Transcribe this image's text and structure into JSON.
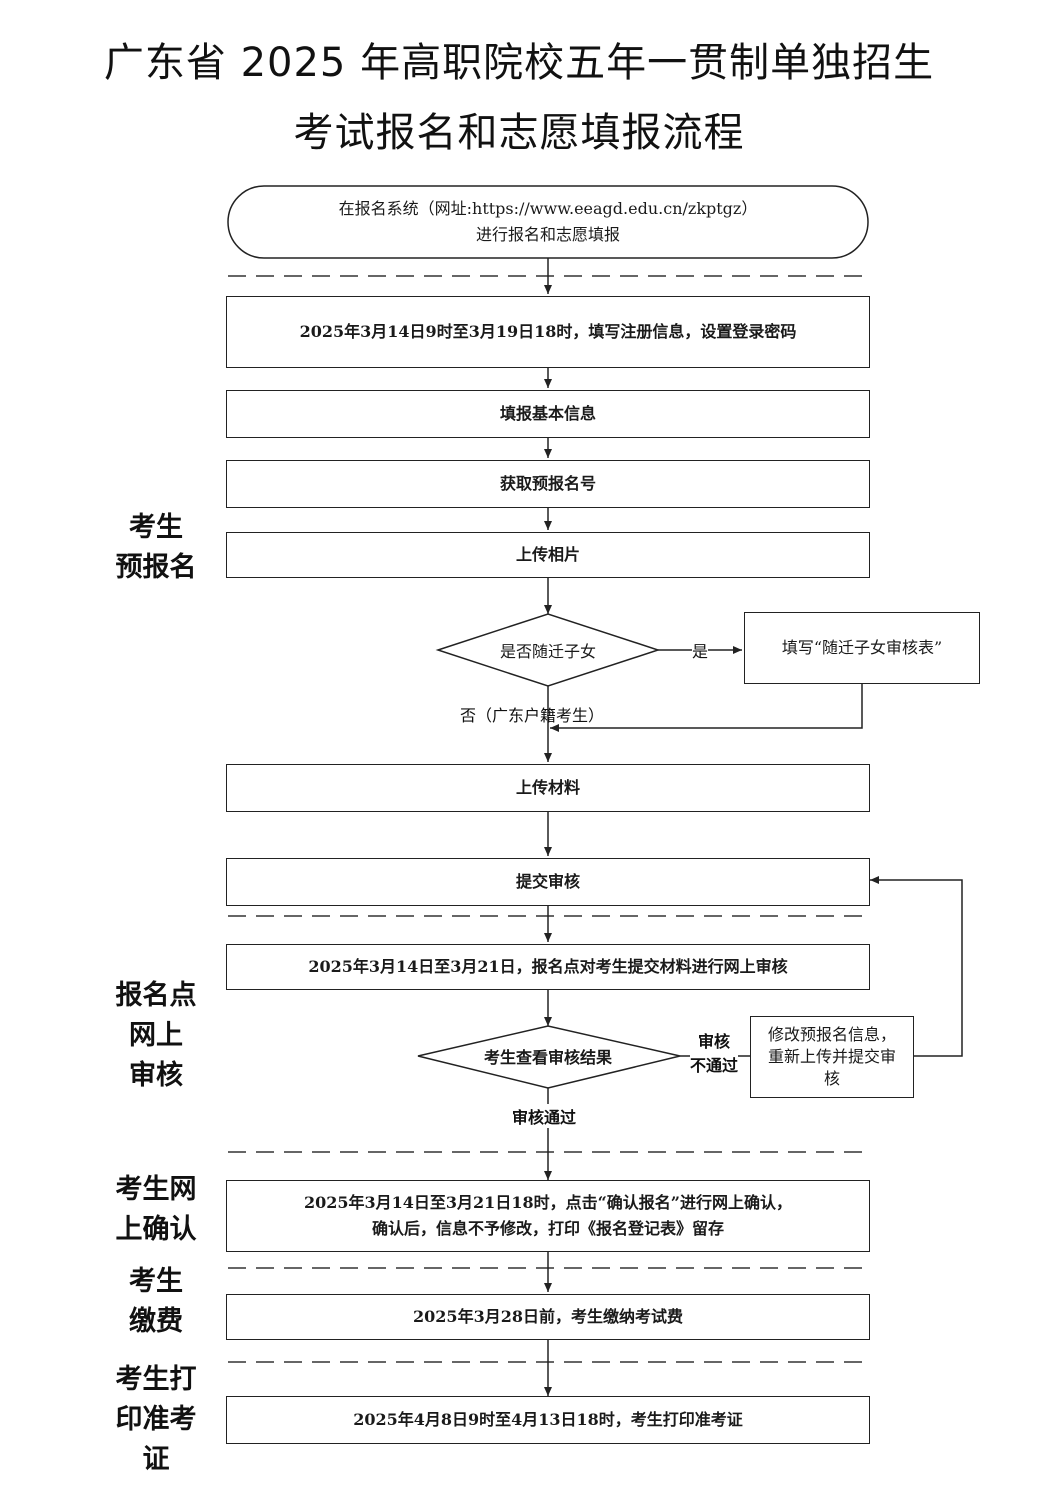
{
  "title": {
    "line1": "广东省 2025 年高职院校五年一贯制单独招生",
    "line2": "考试报名和志愿填报流程"
  },
  "sections": {
    "pre_registration": "考生\n预报名",
    "online_review": "报名点\n网上\n审核",
    "online_confirm": "考生网\n上确认",
    "payment": "考生\n缴费",
    "print_ticket": "考生打\n印准考\n证"
  },
  "steps": {
    "start": "在报名系统（网址:https://www.eeagd.edu.cn/zkptgz）\n进行报名和志愿填报",
    "register": "2025年3月14日9时至3月19日18时，填写注册信息，设置登录密码",
    "basic_info": "填报基本信息",
    "get_number": "获取预报名号",
    "upload_photo": "上传相片",
    "decision_migrant": "是否随迁子女",
    "yes_label": "是",
    "fill_migrant_form": "填写“随迁子女审核表”",
    "no_label": "否（广东户籍考生）",
    "upload_materials": "上传材料",
    "submit_review": "提交审核",
    "site_review": "2025年3月14日至3月21日，报名点对考生提交材料进行网上审核",
    "decision_result": "考生查看审核结果",
    "fail_label": "审核\n不通过",
    "modify_resubmit": "修改预报名信息，\n重新上传并提交审\n核",
    "pass_label": "审核通过",
    "confirm": "2025年3月14日至3月21日18时，点击“确认报名”进行网上确认，\n确认后，信息不予修改，打印《报名登记表》留存",
    "pay": "2025年3月28日前，考生缴纳考试费",
    "print": "2025年4月8日9时至4月13日18时，考生打印准考证"
  }
}
